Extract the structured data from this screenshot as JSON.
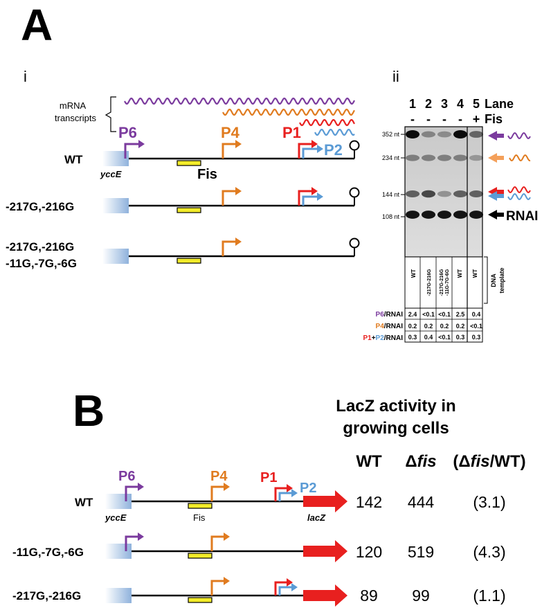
{
  "colors": {
    "p6": "#7b3b9e",
    "p4": "#e07b1f",
    "p1": "#e8201f",
    "p2": "#5b9bd5",
    "fis_box": "#f3ec2a",
    "yccE_fill": "#a9c4e3",
    "lacZ": "#e8201f",
    "gel_bg": "#d6d6d6"
  },
  "panel_a": {
    "label": "A",
    "sub_i": "i",
    "sub_ii": "ii",
    "mrna_label_1": "mRNA",
    "mrna_label_2": "transcripts",
    "p6": "P6",
    "p4": "P4",
    "p1": "P1",
    "p2": "P2",
    "yccE": "yccE",
    "fis": "Fis",
    "constructs": [
      "WT",
      "-217G,-216G",
      "-217G,-216G",
      "-11G,-7G,-6G"
    ]
  },
  "gel": {
    "lane_numbers": [
      "1",
      "2",
      "3",
      "4",
      "5"
    ],
    "lane_word": "Lane",
    "fis_row": [
      "-",
      "-",
      "-",
      "-",
      "+"
    ],
    "fis_word": "Fis",
    "markers": [
      "352 nt",
      "234 nt",
      "144 nt",
      "108 nt"
    ],
    "rnai_label": "RNAI",
    "templates": [
      "WT",
      "-217G-216G",
      "-217G-216G",
      "-11G-7G-6G",
      "WT",
      "WT"
    ],
    "template_label_1": "DNA",
    "template_label_2": "template",
    "ratio_labels": {
      "p6": "P6",
      "p4": "P4",
      "p1": "P1",
      "plus": "+",
      "p2": "P2",
      "rnai": "/RNAI"
    },
    "ratios": [
      [
        "2.4",
        "<0.1",
        "<0.1",
        "2.5",
        "0.4"
      ],
      [
        "0.2",
        "0.2",
        "0.2",
        "0.2",
        "<0.1"
      ],
      [
        "0.3",
        "0.4",
        "<0.1",
        "0.3",
        "0.3"
      ]
    ]
  },
  "panel_b": {
    "label": "B",
    "title_1": "LacZ activity in",
    "title_2": "growing cells",
    "col_wt": "WT",
    "col_delta": "Δ",
    "col_fis": "fis",
    "col_ratio_open": "(Δ",
    "col_ratio_fis": "fis",
    "col_ratio_close": "/WT)",
    "p6": "P6",
    "p4": "P4",
    "p1": "P1",
    "p2": "P2",
    "yccE": "yccE",
    "fis": "Fis",
    "lacZ": "lacZ",
    "rows": [
      {
        "name": "WT",
        "wt": "142",
        "dfis": "444",
        "ratio": "(3.1)"
      },
      {
        "name": "-11G,-7G,-6G",
        "wt": "120",
        "dfis": "519",
        "ratio": "(4.3)"
      },
      {
        "name": "-217G,-216G",
        "wt": "89",
        "dfis": "99",
        "ratio": "(1.1)"
      }
    ]
  }
}
